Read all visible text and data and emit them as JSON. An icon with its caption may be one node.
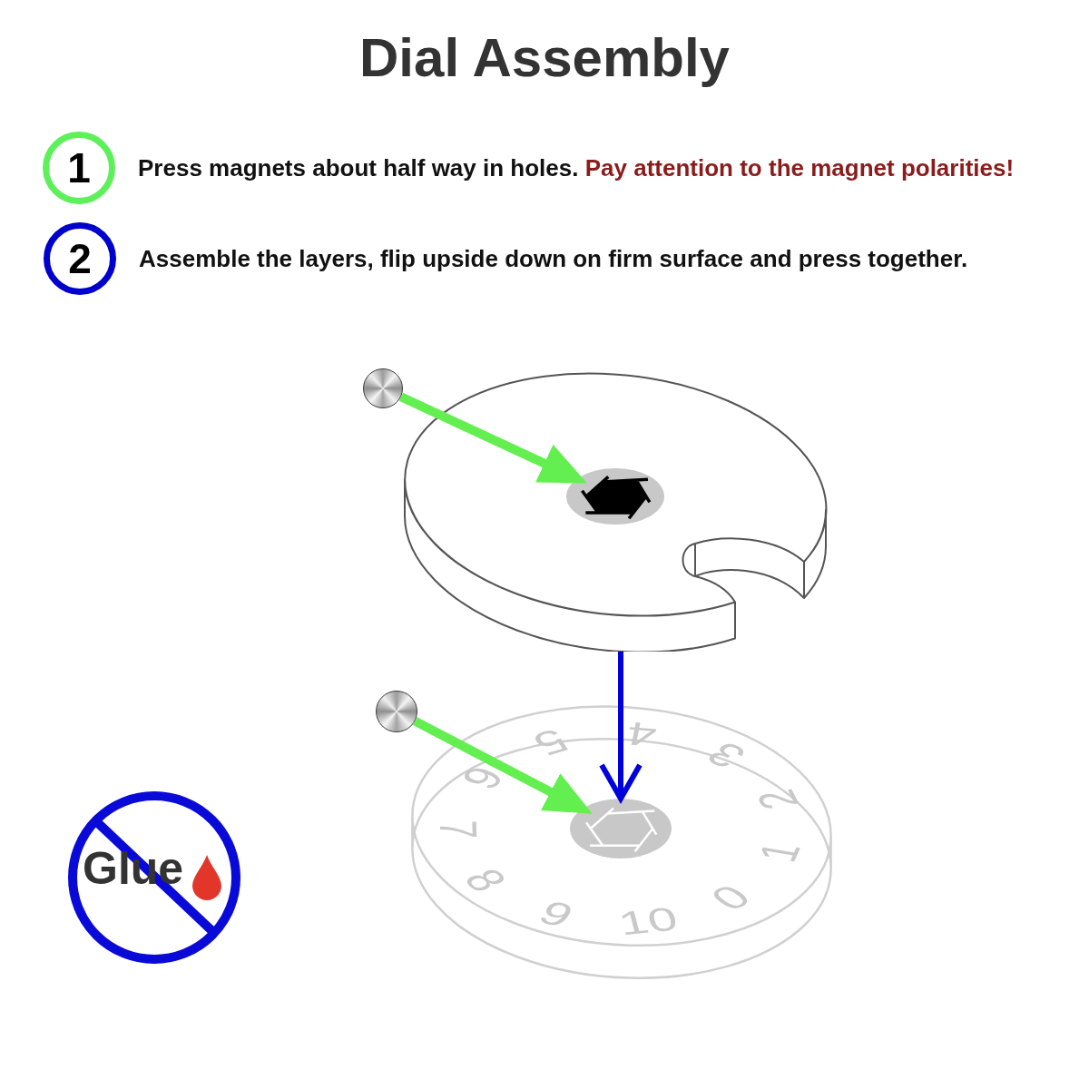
{
  "diagram": {
    "title": "Dial Assembly",
    "nodes": [
      {
        "text": [
          "1"
        ],
        "beside": [
          "Press magnets about half way in holes.",
          "Pay attention to the magnet polarities!"
        ]
      },
      {
        "text": [
          "2"
        ],
        "beside": [
          "Assemble the layers, flip upside down on firm surface and press together."
        ]
      },
      {
        "text": [],
        "shape": "circle"
      },
      {
        "text": [],
        "shape": "picture"
      },
      {
        "text": [],
        "shape": "circle",
        "in": 3
      },
      {
        "text": [],
        "shape": "circle"
      },
      {
        "text": [
          "0",
          "1",
          "2",
          "3",
          "4",
          "5",
          "6",
          "7",
          "8",
          "9",
          "10"
        ]
      },
      {
        "text": [],
        "shape": "circle",
        "in": 6
      },
      {
        "text": [
          "Glue"
        ]
      }
    ],
    "edges": [
      {
        "from": 2,
        "to": 4,
        "arrow": "to"
      },
      {
        "from": 3,
        "to": 7,
        "arrow": "to",
        "color": "#0000dd"
      },
      {
        "from": 5,
        "to": 7,
        "arrow": "to"
      }
    ]
  }
}
